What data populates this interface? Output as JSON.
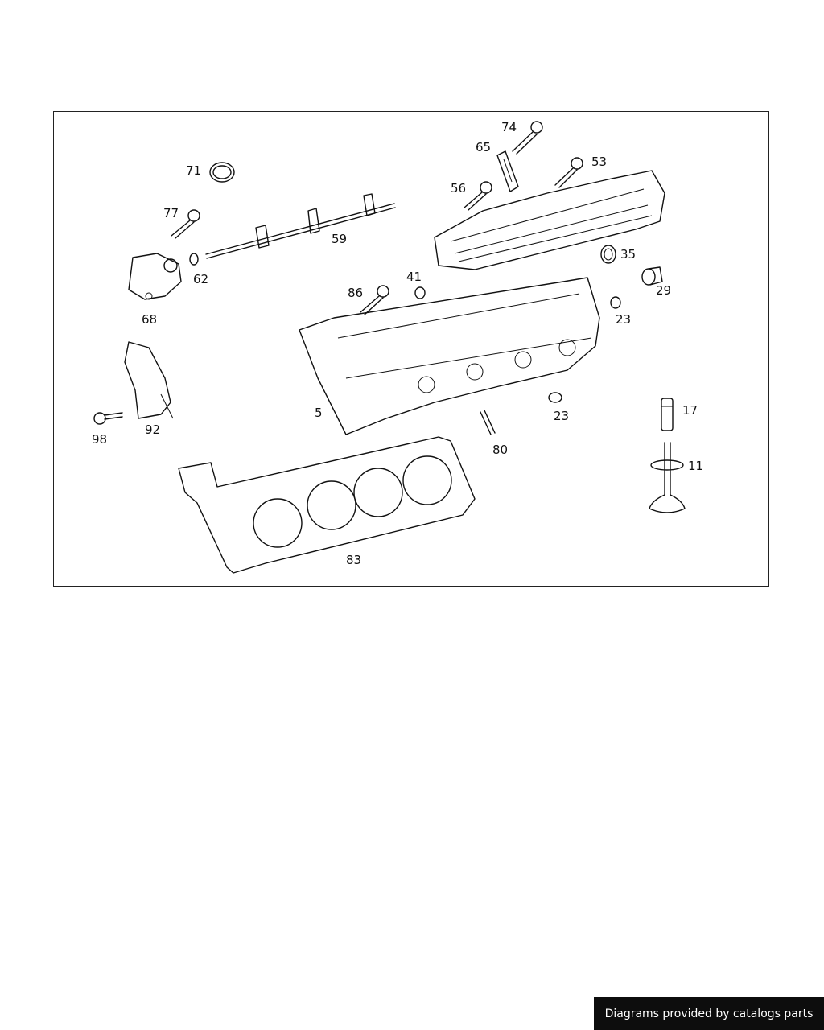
{
  "diagram": {
    "callouts": {
      "c74": "74",
      "c65": "65",
      "c53": "53",
      "c71": "71",
      "c56": "56",
      "c77": "77",
      "c59": "59",
      "c35": "35",
      "c62": "62",
      "c41": "41",
      "c29": "29",
      "c86": "86",
      "c68": "68",
      "c23a": "23",
      "c5": "5",
      "c23b": "23",
      "c17": "17",
      "c98": "98",
      "c92": "92",
      "c80": "80",
      "c11": "11",
      "c83": "83"
    }
  },
  "footer": {
    "credit": "Diagrams provided by catalogs parts"
  }
}
